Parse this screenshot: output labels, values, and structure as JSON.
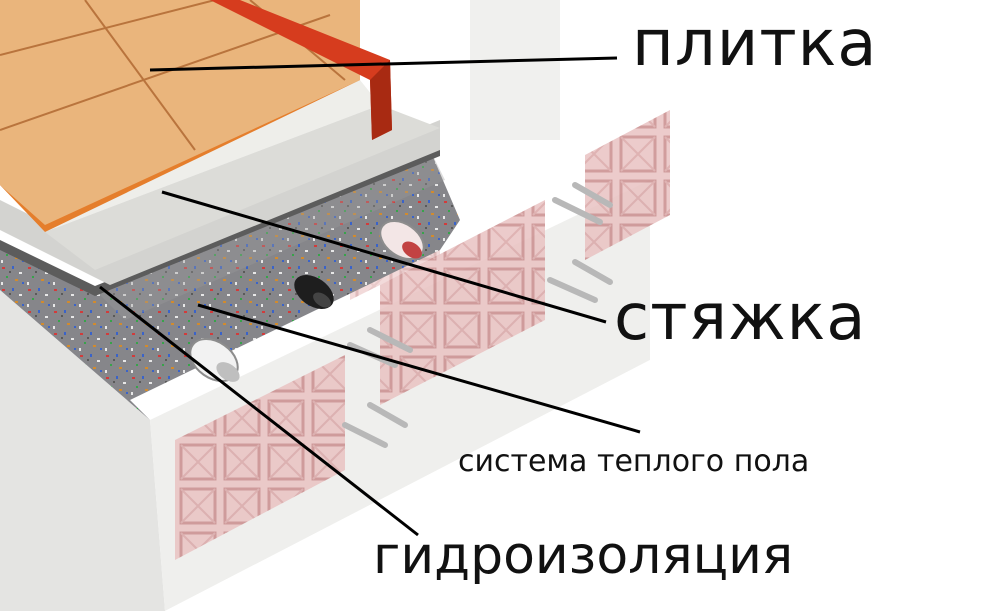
{
  "labels": {
    "tile": "плитка",
    "screed": "стяжка",
    "underfloor_heating": "система теплого пола",
    "waterproofing": "гидроизоляция"
  },
  "colors": {
    "tile": "#eab57c",
    "tile_edge": "#e57e2c",
    "grout": "#b9743d",
    "border_strip": "#d63c1e",
    "screed_light": "#e8e8e4",
    "concrete": "#8c8c8c",
    "wall": "#ececea",
    "brick": "#e9c2c2",
    "leader_line": "#000000"
  }
}
